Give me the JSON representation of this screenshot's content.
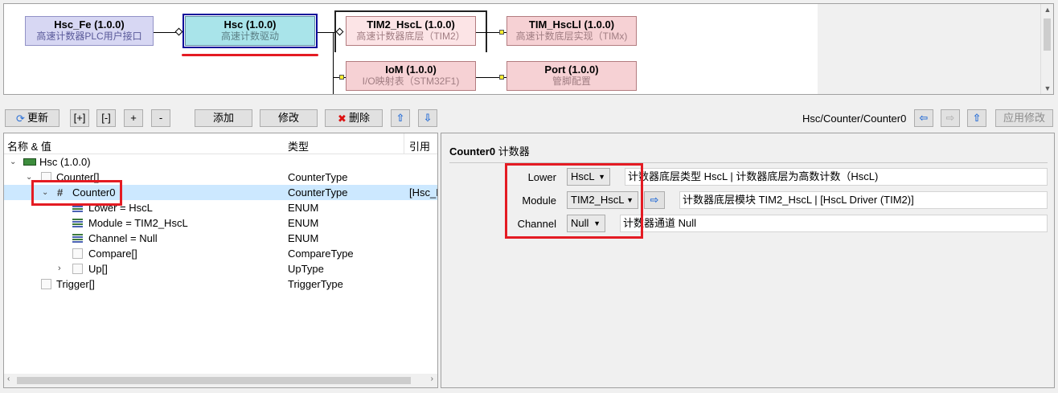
{
  "diagram": {
    "nodes": [
      {
        "title": "Hsc_Fe (1.0.0)",
        "subtitle": "高速计数器PLC用户接口"
      },
      {
        "title": "Hsc (1.0.0)",
        "subtitle": "高速计数驱动"
      },
      {
        "title": "TIM2_HscL (1.0.0)",
        "subtitle": "高速计数器底层（TIM2）"
      },
      {
        "title": "TIM_HscLl (1.0.0)",
        "subtitle": "高速计数底层实现（TIMx)"
      },
      {
        "title": "IoM (1.0.0)",
        "subtitle": "I/O映射表（STM32F1)"
      },
      {
        "title": "Port (1.0.0)",
        "subtitle": "管脚配置"
      }
    ]
  },
  "toolbar": {
    "refresh": "更新",
    "expand": "[+]",
    "collapse": "[-]",
    "plus": "+",
    "minus": "-",
    "add": "添加",
    "modify": "修改",
    "delete": "删除",
    "path": "Hsc/Counter/Counter0",
    "apply": "应用修改"
  },
  "tree": {
    "columns": {
      "name": "名称 & 值",
      "type": "类型",
      "ref": "引用"
    },
    "rows": [
      {
        "name": "Hsc (1.0.0)",
        "type": "",
        "ref": ""
      },
      {
        "name": "Counter[]",
        "type": "CounterType",
        "ref": ""
      },
      {
        "name": "Counter0",
        "type": "CounterType",
        "ref": "[Hsc_F"
      },
      {
        "name": "Lower = HscL",
        "type": "ENUM",
        "ref": ""
      },
      {
        "name": "Module = TIM2_HscL",
        "type": "ENUM",
        "ref": ""
      },
      {
        "name": "Channel = Null",
        "type": "ENUM",
        "ref": ""
      },
      {
        "name": "Compare[]",
        "type": "CompareType",
        "ref": ""
      },
      {
        "name": "Up[]",
        "type": "UpType",
        "ref": ""
      },
      {
        "name": "Trigger[]",
        "type": "TriggerType",
        "ref": ""
      }
    ]
  },
  "detail": {
    "title_name": "Counter0",
    "title_desc": "计数器",
    "props": [
      {
        "label": "Lower",
        "value": "HscL",
        "desc": "计数器底层类型 HscL | 计数器底层为高数计数（HscL)"
      },
      {
        "label": "Module",
        "value": "TIM2_HscL",
        "desc": "计数器底层模块 TIM2_HscL | [HscL Driver (TIM2)]"
      },
      {
        "label": "Channel",
        "value": "Null",
        "desc": "计数器通道 Null"
      }
    ]
  },
  "colors": {
    "annotation_red": "#e41b23",
    "selection": "#cce8ff",
    "node_purple": "#d7d7f3",
    "node_cyan": "#a9e4ea",
    "node_pink": "#f6d1d4"
  }
}
